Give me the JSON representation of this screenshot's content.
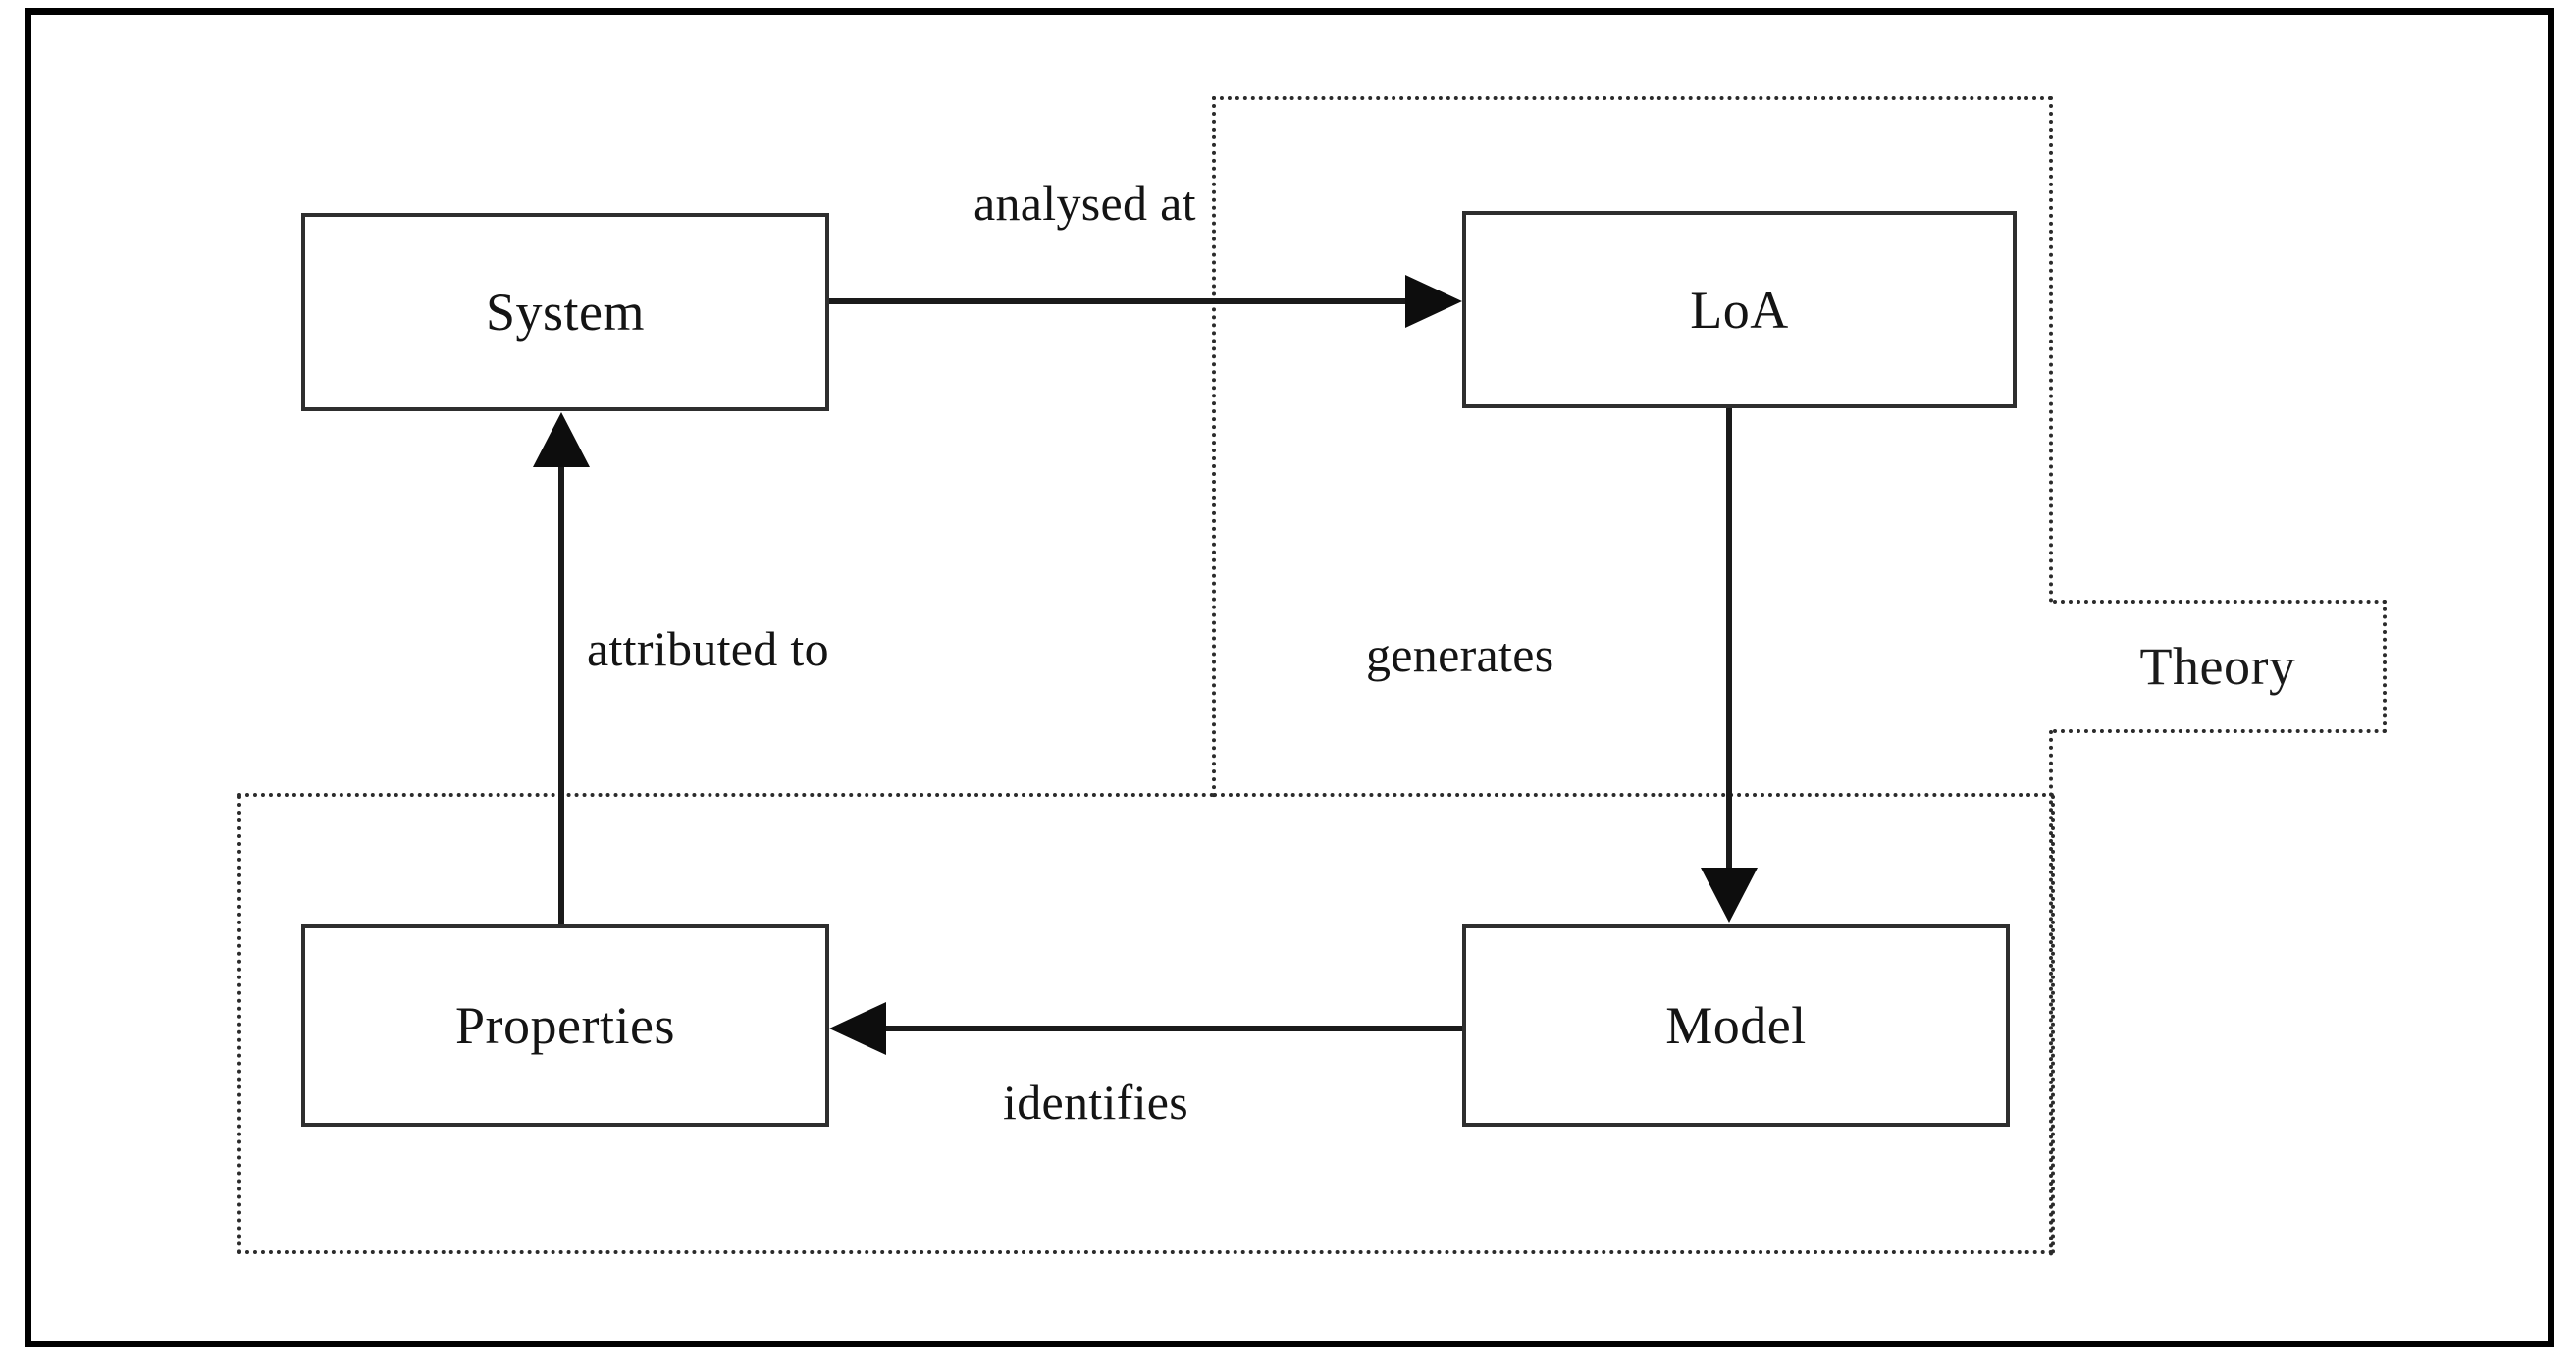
{
  "figure": {
    "title": "",
    "nodes": [
      {
        "id": "system",
        "label": "System"
      },
      {
        "id": "loa",
        "label": "LoA"
      },
      {
        "id": "properties",
        "label": "Properties"
      },
      {
        "id": "model",
        "label": "Model"
      }
    ],
    "edges": [
      {
        "id": "system-to-loa",
        "label": "analysed at",
        "from": "system",
        "to": "loa",
        "direction": "right"
      },
      {
        "id": "loa-to-model",
        "label": "generates",
        "from": "loa",
        "to": "model",
        "direction": "down"
      },
      {
        "id": "model-to-properties",
        "label": "identifies",
        "from": "model",
        "to": "properties",
        "direction": "left"
      },
      {
        "id": "properties-to-system",
        "label": "attributed to",
        "from": "properties",
        "to": "system",
        "direction": "up"
      }
    ],
    "regions": [
      {
        "id": "theory",
        "label": "Theory",
        "style": "dotted"
      },
      {
        "id": "system-region",
        "label": "",
        "style": "dotted"
      }
    ],
    "colors": {
      "frame": "#000000",
      "box_border": "#2e2e2e",
      "dotted_border": "#2b2b2b",
      "text": "#141414",
      "background": "#ffffff"
    }
  },
  "chart_data": {
    "type": "diagram",
    "title": "",
    "nodes": [
      "System",
      "LoA",
      "Model",
      "Properties"
    ],
    "edges": [
      {
        "source": "System",
        "target": "LoA",
        "label": "analysed at"
      },
      {
        "source": "LoA",
        "target": "Model",
        "label": "generates"
      },
      {
        "source": "Model",
        "target": "Properties",
        "label": "identifies"
      },
      {
        "source": "Properties",
        "target": "System",
        "label": "attributed to"
      }
    ],
    "groups": [
      {
        "label": "Theory",
        "members": [
          "LoA",
          "Model"
        ]
      },
      {
        "label": "",
        "members": [
          "Properties",
          "Model"
        ]
      }
    ]
  }
}
